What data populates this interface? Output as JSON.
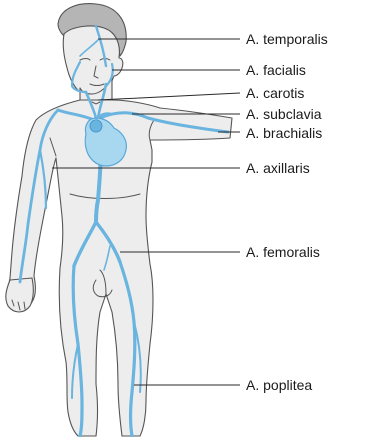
{
  "labels": [
    "A. temporalis",
    "A. facialis",
    "A. carotis",
    "A. subclavia",
    "A. brachialis",
    "A. axillaris",
    "A. femoralis",
    "A. poplitea"
  ],
  "colors": {
    "artery": "#6ab4e0",
    "heart": "#a8d8f0",
    "skin": "#ededed",
    "hair": "#b5b5b5",
    "outline": "#555555"
  }
}
